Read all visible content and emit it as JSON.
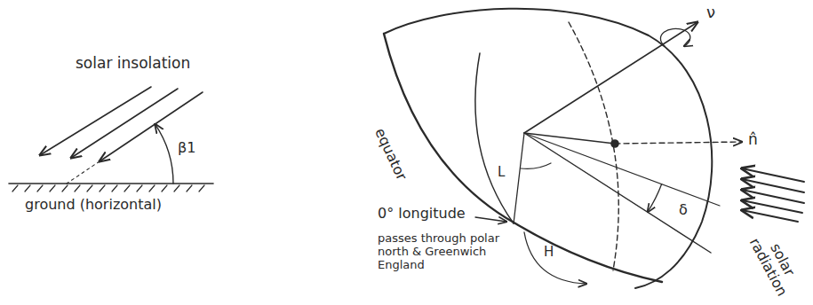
{
  "diagram": {
    "labels": [
      "solar insolation",
      "β1",
      "ground (horizontal)",
      "ν",
      "equator",
      "n̂",
      "L",
      "0° longitude",
      "passes through polar north & Greenwich England",
      "H",
      "δ",
      "solar radiation"
    ]
  }
}
